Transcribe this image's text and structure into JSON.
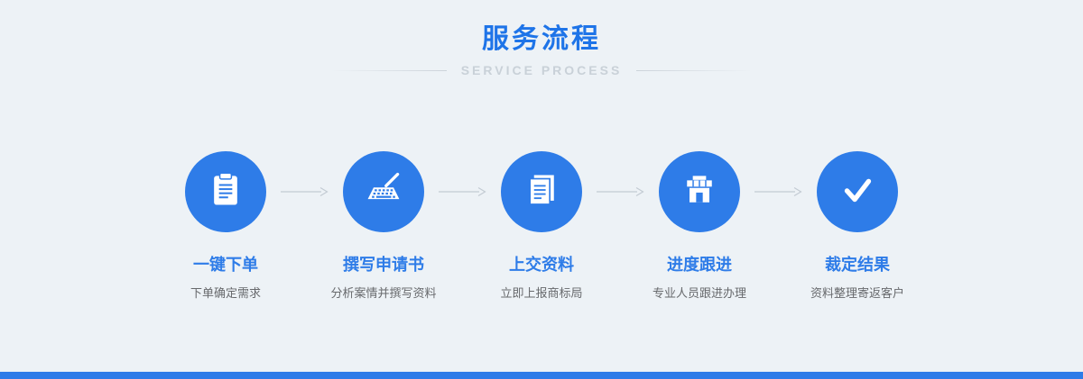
{
  "header": {
    "title": "服务流程",
    "subtitle": "SERVICE PROCESS"
  },
  "steps": [
    {
      "icon": "clipboard-order-icon",
      "title": "一键下单",
      "desc": "下单确定需求"
    },
    {
      "icon": "keyboard-writing-icon",
      "title": "撰写申请书",
      "desc": "分析案情并撰写资料"
    },
    {
      "icon": "documents-icon",
      "title": "上交资料",
      "desc": "立即上报商标局"
    },
    {
      "icon": "storefront-icon",
      "title": "进度跟进",
      "desc": "专业人员跟进办理"
    },
    {
      "icon": "checkmark-icon",
      "title": "裁定结果",
      "desc": "资料整理寄返客户"
    }
  ],
  "colors": {
    "accent_blue": "#2e7ce8",
    "title_blue": "#1e74e8",
    "background": "#edf2f6",
    "subtitle_gray": "#c9d1d8",
    "desc_gray": "#67696c",
    "arrow_gray": "#c3cbd3"
  }
}
